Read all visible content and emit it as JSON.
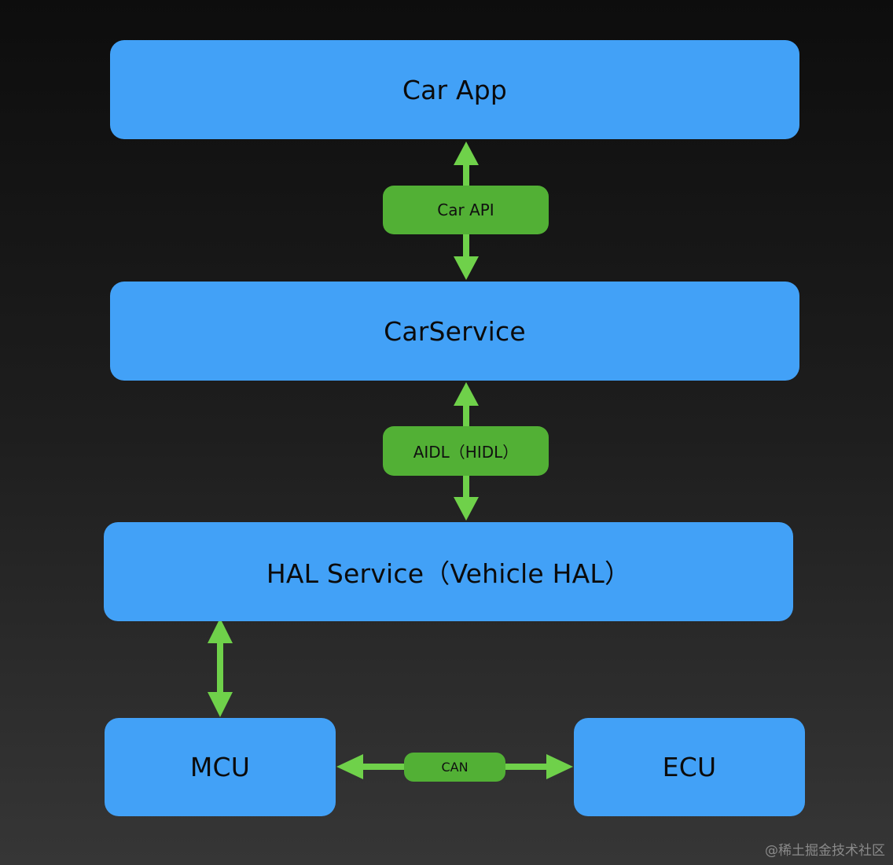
{
  "blocks": {
    "car_app": "Car App",
    "car_service": "CarService",
    "hal_service": "HAL Service（Vehicle HAL）",
    "mcu": "MCU",
    "ecu": "ECU"
  },
  "connectors": {
    "car_api": "Car API",
    "aidl_hidl": "AIDL（HIDL）",
    "can": "CAN"
  },
  "watermark": "@稀土掘金技术社区",
  "colors": {
    "block": "#42a1f7",
    "pill": "#52b035",
    "arrow": "#6fd14a"
  }
}
